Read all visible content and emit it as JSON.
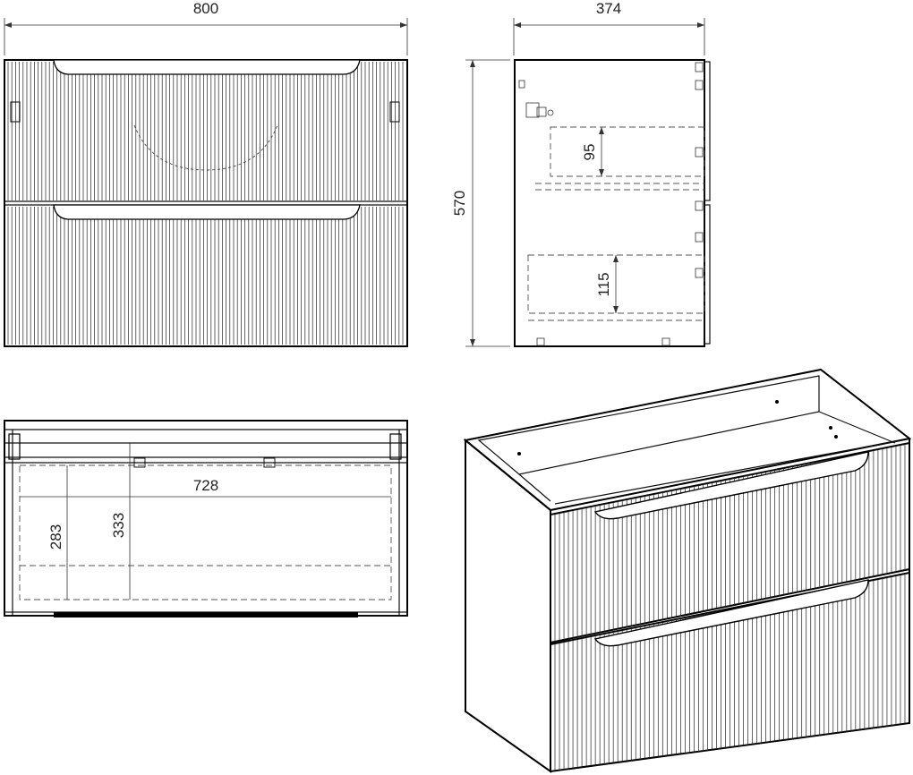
{
  "dimensions": {
    "front_width": "800",
    "side_depth": "374",
    "height": "570",
    "upper_drawer_depth": "95",
    "lower_drawer_depth": "115",
    "inner_width": "728",
    "inner_depth_a": "283",
    "inner_depth_b": "333"
  },
  "colors": {
    "line": "#000000",
    "background": "#ffffff"
  }
}
